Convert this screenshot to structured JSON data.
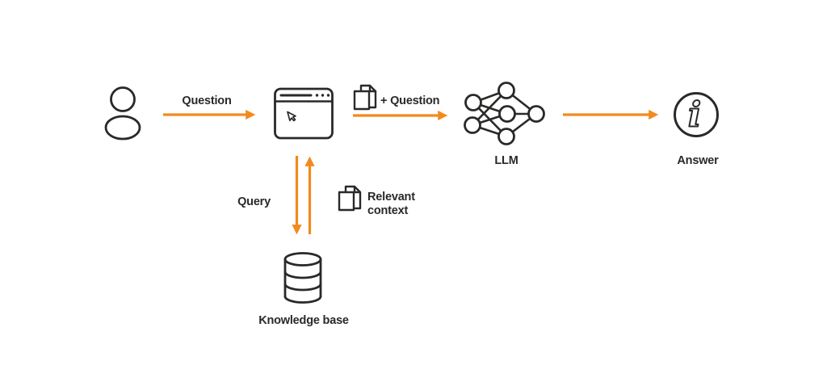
{
  "colors": {
    "stroke": "#2b2928",
    "arrow": "#f28a1e",
    "background": "#ffffff"
  },
  "labels": {
    "question": "Question",
    "plus_question": "+ Question",
    "llm": "LLM",
    "answer": "Answer",
    "query": "Query",
    "relevant_line1": "Relevant",
    "relevant_line2": "context",
    "knowledge_base": "Knowledge base"
  },
  "icons": {
    "user": "person-icon",
    "browser": "browser-window-icon",
    "cursor": "cursor-pointer-icon",
    "documents": "documents-icon",
    "llm": "neural-network-icon",
    "answer": "info-icon",
    "knowledge_base": "database-icon",
    "info_glyph": "i"
  }
}
